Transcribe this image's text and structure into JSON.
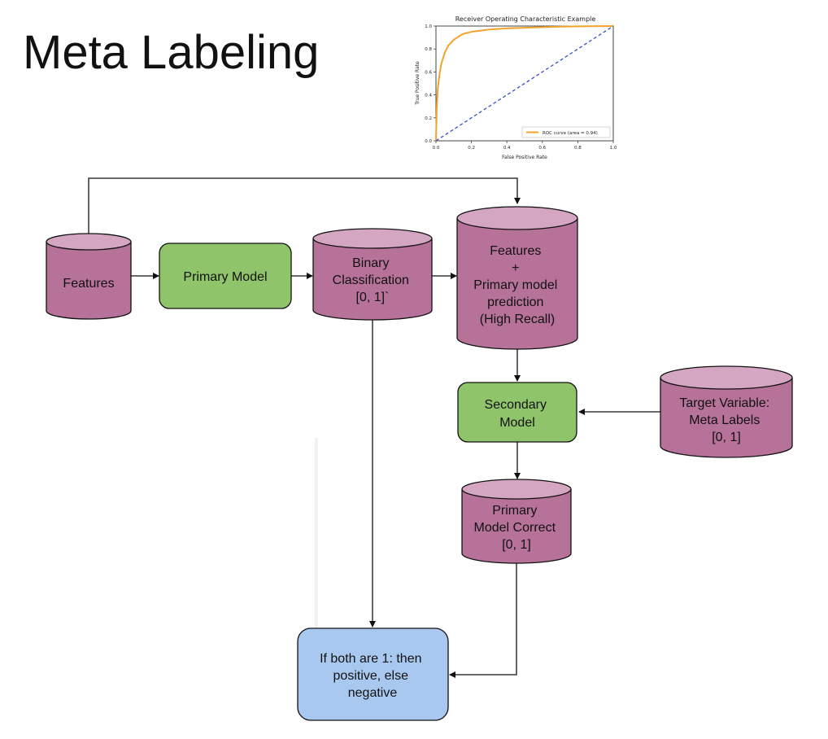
{
  "title": "Meta Labeling",
  "colors": {
    "cylinder_fill": "#b7729a",
    "cylinder_top": "#d5a6c2",
    "model_fill": "#90c46a",
    "decision_fill": "#a9c8f0",
    "roc_curve": "#f4a32a",
    "roc_diagonal": "#3b4fc4"
  },
  "roc_chart": {
    "title": "Receiver Operating Characteristic Example",
    "xlabel": "False Positive Rate",
    "ylabel": "True Positive Rate",
    "x_ticks": [
      "0.0",
      "0.2",
      "0.4",
      "0.6",
      "0.8",
      "1.0"
    ],
    "y_ticks": [
      "0.0",
      "0.2",
      "0.4",
      "0.6",
      "0.8",
      "1.0"
    ],
    "legend": "ROC curve (area = 0.94)"
  },
  "chart_data": {
    "type": "line",
    "title": "Receiver Operating Characteristic Example",
    "xlabel": "False Positive Rate",
    "ylabel": "True Positive Rate",
    "xlim": [
      0,
      1
    ],
    "ylim": [
      0,
      1
    ],
    "grid": false,
    "legend_position": "lower-right",
    "series": [
      {
        "name": "ROC curve (area = 0.94)",
        "style": "solid",
        "x": [
          0,
          0.005,
          0.01,
          0.02,
          0.03,
          0.05,
          0.07,
          0.1,
          0.15,
          0.2,
          0.3,
          0.4,
          0.5,
          0.6,
          0.7,
          0.8,
          0.9,
          1.0
        ],
        "y": [
          0,
          0.3,
          0.45,
          0.58,
          0.67,
          0.77,
          0.83,
          0.88,
          0.93,
          0.95,
          0.97,
          0.98,
          0.985,
          0.99,
          0.995,
          0.997,
          0.999,
          1.0
        ]
      },
      {
        "style": "dashed",
        "x": [
          0,
          1
        ],
        "y": [
          0,
          1
        ]
      }
    ]
  },
  "nodes": {
    "features": [
      "Features"
    ],
    "primary_model": [
      "Primary Model"
    ],
    "binary": [
      "Binary",
      "Classification",
      "[0, 1]`"
    ],
    "combined": [
      "Features",
      "+",
      "Primary model",
      "prediction",
      "(High Recall)"
    ],
    "secondary_model": [
      "Secondary",
      "Model"
    ],
    "target": [
      "Target Variable:",
      "Meta Labels",
      "[0, 1]"
    ],
    "correct": [
      "Primary",
      "Model Correct",
      "[0, 1]"
    ],
    "decision": [
      "If both are 1: then",
      "positive, else",
      "negative"
    ]
  }
}
